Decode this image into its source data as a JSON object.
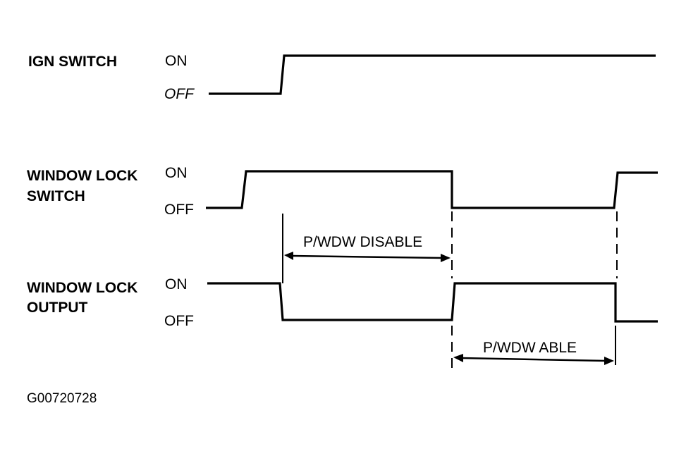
{
  "signals": [
    {
      "name_lines": [
        "IGN SWITCH"
      ],
      "on_label": "ON",
      "off_label": "OFF"
    },
    {
      "name_lines": [
        "WINDOW LOCK",
        "SWITCH"
      ],
      "on_label": "ON",
      "off_label": "OFF"
    },
    {
      "name_lines": [
        "WINDOW LOCK",
        "OUTPUT"
      ],
      "on_label": "ON",
      "off_label": "OFF"
    }
  ],
  "intervals": {
    "disable": "P/WDW DISABLE",
    "able": "P/WDW ABLE"
  },
  "figure_id": "G00720728"
}
